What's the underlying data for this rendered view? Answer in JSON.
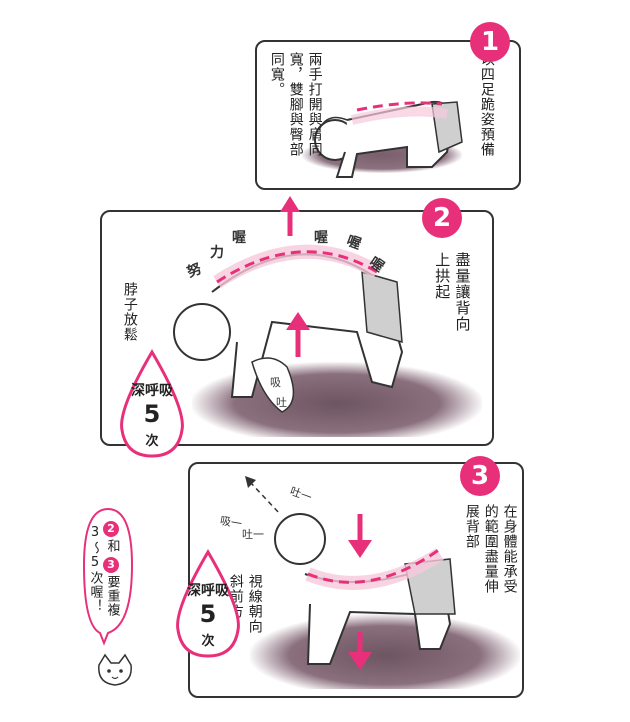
{
  "colors": {
    "accent": "#e8307a",
    "light_pink": "#f6c9dc",
    "floor": "#6b5360",
    "outline": "#333333"
  },
  "step1": {
    "badge": "1",
    "title": "以四足跪姿預備",
    "note": "兩手打開與肩同寬，雙腳與臀部同寬。"
  },
  "step2": {
    "badge": "2",
    "title": "盡量讓背向上拱起",
    "neck": "脖子放鬆",
    "effort": [
      "努",
      "力",
      "喔",
      "喔",
      "喔",
      "喔"
    ],
    "breath": [
      "深呼吸",
      "5",
      "次"
    ],
    "bubble": [
      "吸",
      "吐"
    ]
  },
  "step3": {
    "badge": "3",
    "title": "在身體能承受的範圍盡量伸展背部",
    "gaze": "視線朝向斜前方",
    "sfx_inhale": "吸一",
    "sfx_exhale": "吐一",
    "sfx_ex2": "吐一",
    "breath": [
      "深呼吸",
      "5",
      "次"
    ]
  },
  "note": {
    "n2": "2",
    "and": "和",
    "n3": "3",
    "text1": "要重複",
    "text2": "3～5次喔！",
    "icon": "cat-face-icon"
  }
}
